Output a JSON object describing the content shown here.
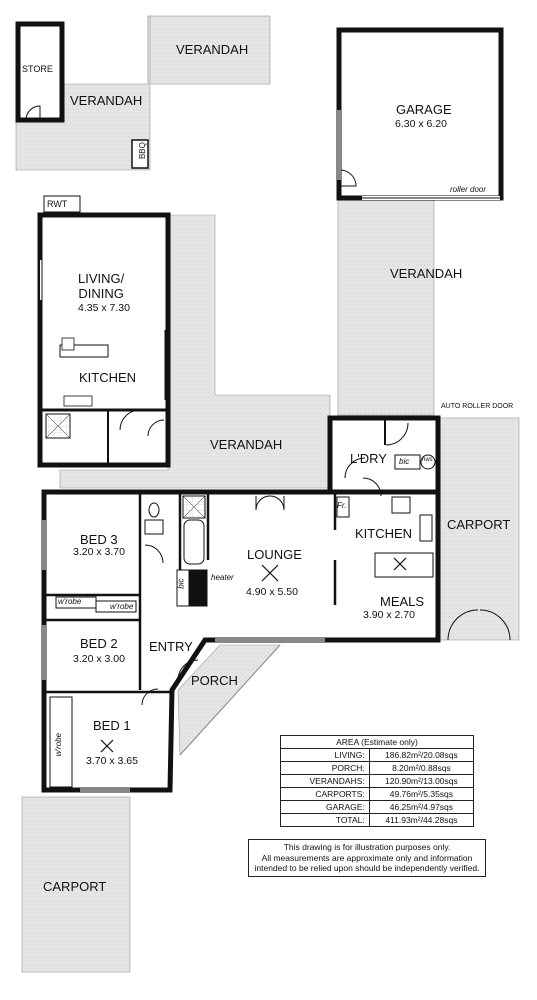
{
  "rooms": {
    "store": "STORE",
    "verandah_top_right": "VERANDAH",
    "verandah_top_left": "VERANDAH",
    "bbq": "BBQ",
    "rwt": "RWT",
    "garage": "GARAGE",
    "garage_dim": "6.30 x 6.20",
    "roller_door": "roller door",
    "verandah_right": "VERANDAH",
    "living_dining": "LIVING/\nDINING",
    "living_dining_dim": "4.35 x 7.30",
    "kitchen_upper": "KITCHEN",
    "verandah_mid": "VERANDAH",
    "auto_roller_door": "AUTO ROLLER DOOR",
    "laundry": "L'DRY",
    "bic_laundry": "bic",
    "hws": "hws",
    "bed3": "BED 3",
    "bed3_dim": "3.20 x 3.70",
    "lounge": "LOUNGE",
    "lounge_dim": "4.90 x 5.50",
    "heater": "heater",
    "bic_hall": "bic",
    "fr": "Fr.",
    "kitchen_main": "KITCHEN",
    "meals": "MEALS",
    "meals_dim": "3.90 x 2.70",
    "carport_right": "CARPORT",
    "wrobe_1": "w'robe",
    "wrobe_2": "w'robe",
    "bed2": "BED 2",
    "bed2_dim": "3.20 x 3.00",
    "entry": "ENTRY",
    "porch": "PORCH",
    "bed1": "BED 1",
    "bed1_dim": "3.70 x 3.65",
    "wrobe_bed1": "w'robe",
    "carport_bottom": "CARPORT"
  },
  "area": {
    "title": "AREA (Estimate only)",
    "rows": [
      {
        "label": "LIVING:",
        "value": "186.82m²/20.08sqs"
      },
      {
        "label": "PORCH:",
        "value": "8.20m²/0.88sqs"
      },
      {
        "label": "VERANDAHS:",
        "value": "120.90m²/13.00sqs"
      },
      {
        "label": "CARPORTS:",
        "value": "49.76m²/5.35sqs"
      },
      {
        "label": "GARAGE:",
        "value": "46.25m²/4.97sqs"
      },
      {
        "label": "TOTAL:",
        "value": "411.93m²/44.28sqs"
      }
    ]
  },
  "disclaimer": {
    "line1": "This drawing is for illustration purposes only.",
    "line2": "All measurements are approximate only and information",
    "line3": "intended to be relied upon should be independently verified."
  },
  "colors": {
    "wall": "#111111",
    "paving": "#e4e4e4",
    "paper": "#ffffff"
  }
}
